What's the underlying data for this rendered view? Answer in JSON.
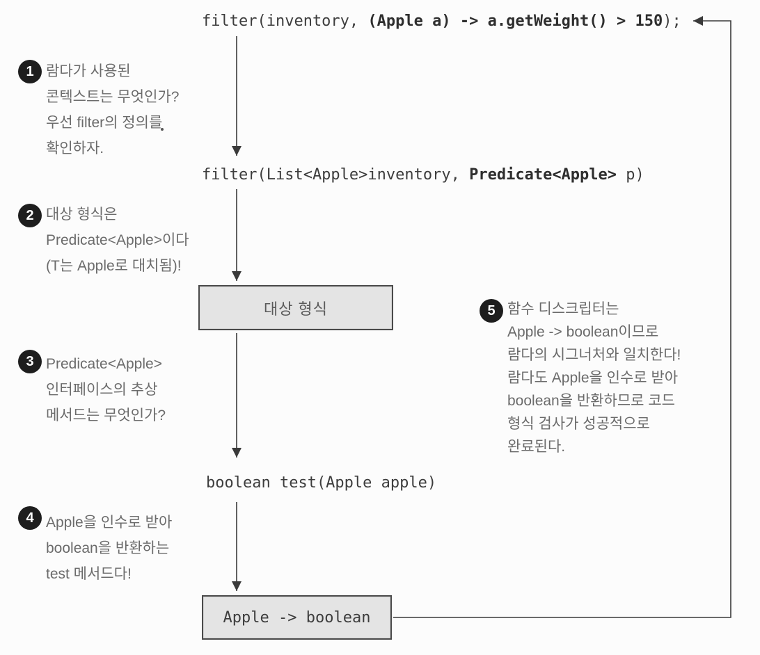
{
  "diagram": {
    "description_note": "Lambda type-checking flow diagram (Korean)",
    "code_lines": {
      "call": {
        "normal_start": "filter(inventory, ",
        "bold": "(Apple a) -> a.getWeight() > 150",
        "normal_end": ");"
      },
      "definition": {
        "normal_start": "filter(List<Apple>inventory, ",
        "bold": "Predicate<Apple>",
        "normal_end": " p)"
      },
      "abstract_method": "boolean test(Apple apple)"
    },
    "boxes": {
      "target_type_label": "대상 형식",
      "function_descriptor_label": "Apple -> boolean"
    },
    "steps": [
      {
        "number": "1",
        "lines": [
          "람다가 사용된",
          "콘텍스트는 무엇인가?",
          "우선 filter의 정의를",
          "확인하자."
        ]
      },
      {
        "number": "2",
        "lines": [
          "대상 형식은",
          "Predicate<Apple>이다",
          "(T는 Apple로 대치됨)!"
        ]
      },
      {
        "number": "3",
        "lines": [
          "Predicate<Apple>",
          "인터페이스의 추상",
          "메서드는 무엇인가?"
        ]
      },
      {
        "number": "4",
        "lines": [
          "Apple을 인수로 받아",
          "boolean을 반환하는",
          "test 메서드다!"
        ]
      },
      {
        "number": "5",
        "lines": [
          "함수 디스크립터는",
          "Apple -> boolean이므로",
          "람다의 시그너처와 일치한다!",
          "람다도 Apple을 인수로 받아",
          "boolean을 반환하므로 코드",
          "형식 검사가 성공적으로",
          "완료된다."
        ]
      }
    ],
    "colors": {
      "background": "#fcfcfc",
      "code_text": "#3d3d3d",
      "annotation_text": "#6b6b6b",
      "step_circle": "#1e1e1e",
      "step_number": "#ffffff",
      "box_fill": "#e4e4e4",
      "box_border": "#4a4a4a",
      "arrow": "#3a3a3a"
    }
  }
}
